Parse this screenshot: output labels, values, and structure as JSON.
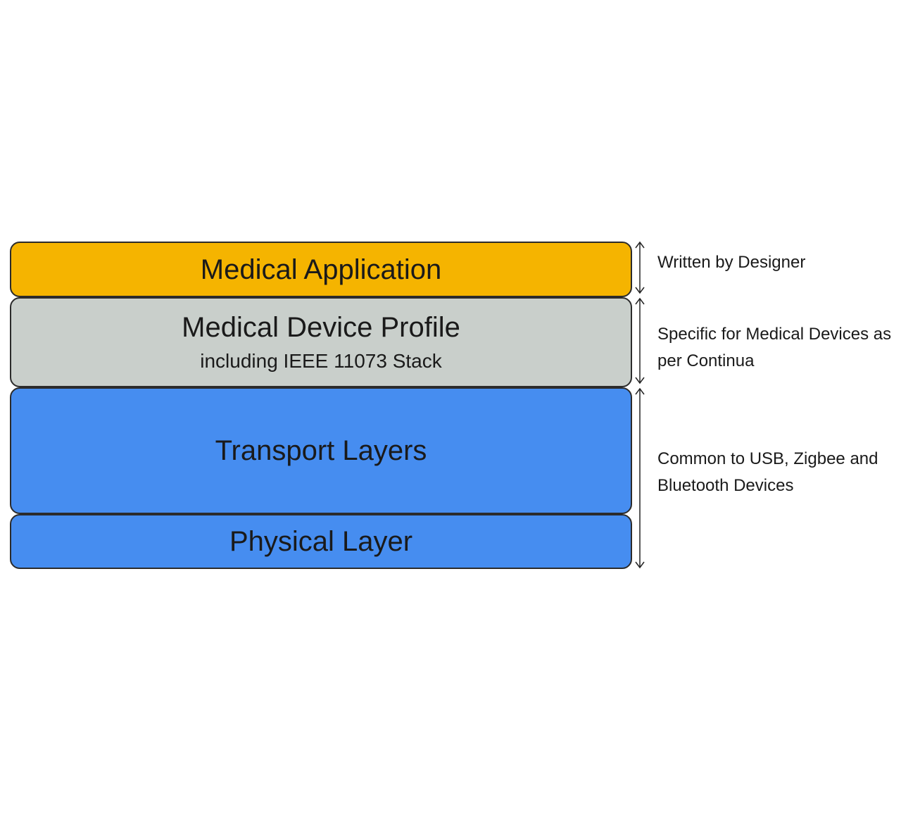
{
  "layers": [
    {
      "title": "Medical Application",
      "subtitle": "",
      "color": "#f5b400"
    },
    {
      "title": "Medical Device Profile",
      "subtitle": "including IEEE 11073 Stack",
      "color": "#c9cfcb"
    },
    {
      "title": "Transport Layers",
      "subtitle": "",
      "color": "#468df0"
    },
    {
      "title": "Physical Layer",
      "subtitle": "",
      "color": "#468df0"
    }
  ],
  "annotations": {
    "designer": "Written by Designer",
    "specific": "Specific for Medical Devices as per Continua",
    "common": "Common to USB, Zigbee and Bluetooth Devices"
  },
  "colors": {
    "border": "#2b2b2b",
    "text": "#1a1a1a",
    "arrow": "#222222"
  }
}
